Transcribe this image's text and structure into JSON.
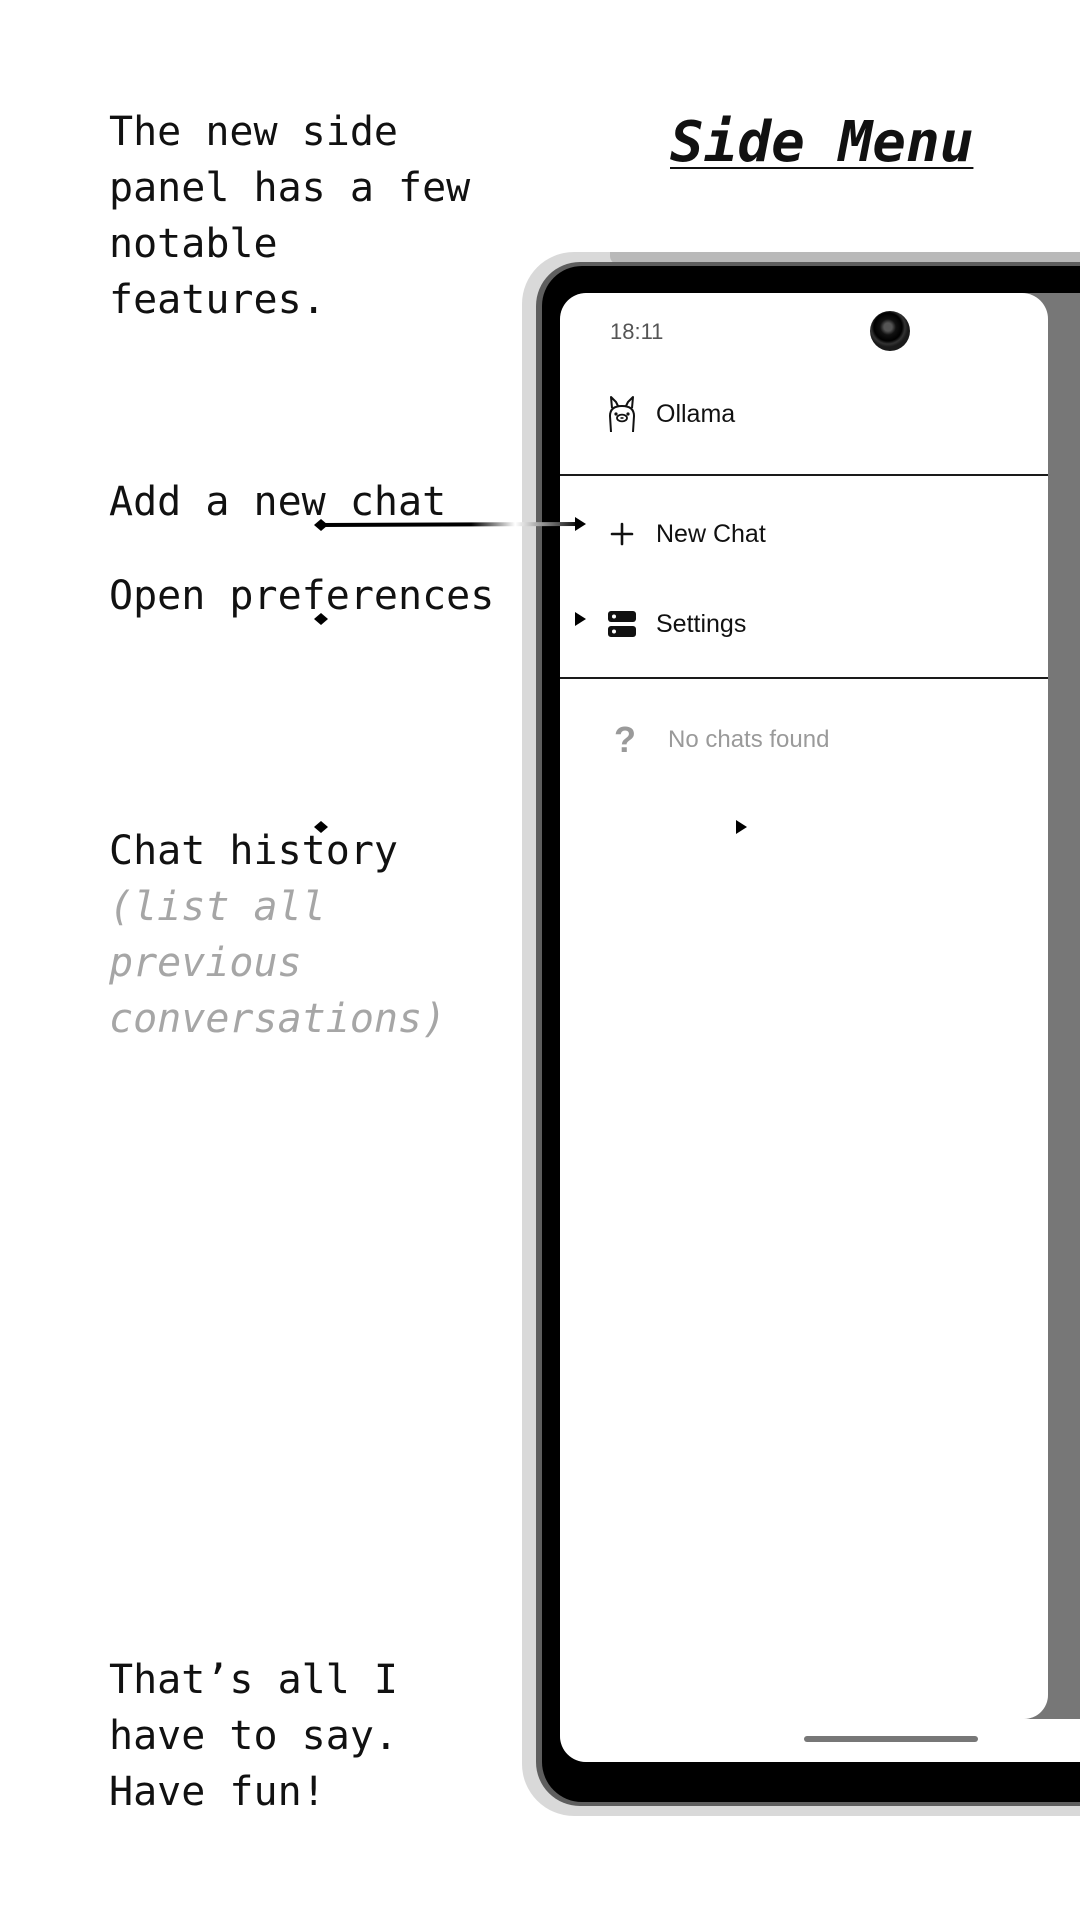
{
  "page_title": "Side Menu",
  "annotations": {
    "intro": "The new side\npanel has a few\nnotable\nfeatures.",
    "new_chat": "Add a new chat",
    "preferences": "Open preferences",
    "history": "Chat history",
    "history_note": "(list all\nprevious\nconversations)",
    "outro": "That’s all I\nhave to say.\nHave fun!"
  },
  "phone": {
    "status_time": "18:11",
    "app_name": "Ollama",
    "menu": {
      "new_chat": "New Chat",
      "settings": "Settings"
    },
    "empty_state": "No chats found"
  },
  "icons": {
    "brand": "llama-logo-icon",
    "new_chat": "plus-icon",
    "settings": "settings-server-icon",
    "empty": "question-mark-icon"
  }
}
